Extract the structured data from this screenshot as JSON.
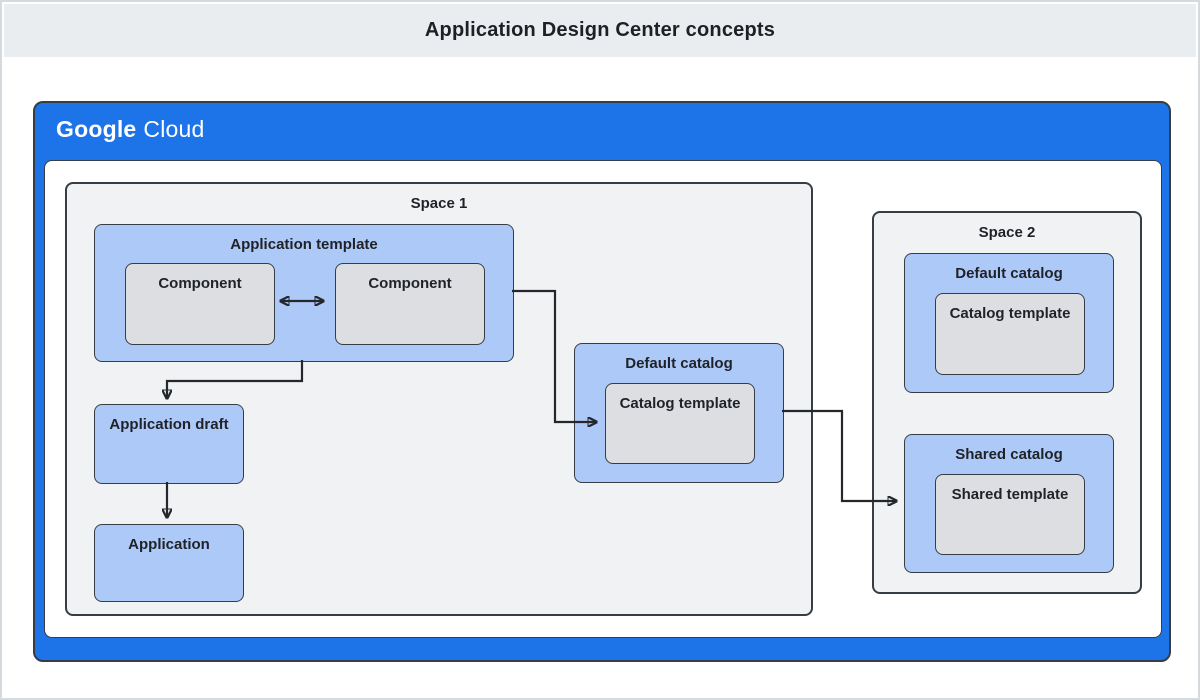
{
  "header": {
    "title": "Application Design Center concepts"
  },
  "brand": {
    "google": "Google",
    "cloud": "Cloud"
  },
  "space1": {
    "label": "Space 1",
    "application_template": {
      "label": "Application template",
      "component_left": "Component",
      "component_right": "Component"
    },
    "application_draft": {
      "label": "Application draft"
    },
    "application": {
      "label": "Application"
    },
    "default_catalog": {
      "label": "Default catalog",
      "catalog_template": "Catalog template"
    }
  },
  "space2": {
    "label": "Space 2",
    "default_catalog": {
      "label": "Default catalog",
      "catalog_template": "Catalog template"
    },
    "shared_catalog": {
      "label": "Shared catalog",
      "shared_template": "Shared template"
    }
  },
  "colors": {
    "banner_bg": "#e9edf0",
    "frame_blue": "#1d73e8",
    "box_blue": "#adc9f8",
    "box_gray": "#dcdee1",
    "space_bg": "#f1f2f4",
    "stroke_dark": "#373d44",
    "text_dark": "#1f2228",
    "connector": "#24282d"
  }
}
